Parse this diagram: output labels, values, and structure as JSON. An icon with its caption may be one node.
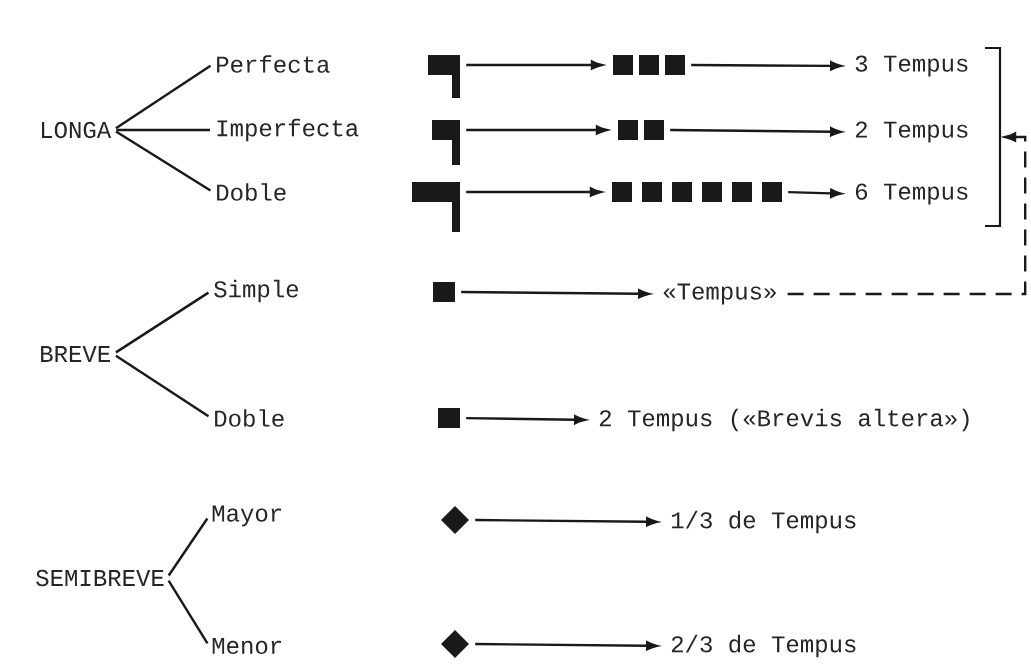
{
  "diagram": {
    "nodes": [
      {
        "text": [
          "LONGA"
        ]
      },
      {
        "text": [
          "Perfecta"
        ]
      },
      {
        "text": [
          "Imperfecta"
        ]
      },
      {
        "text": [
          "Doble"
        ]
      },
      {
        "text": [
          "BREVE"
        ]
      },
      {
        "text": [
          "Simple"
        ]
      },
      {
        "text": [
          "Doble"
        ]
      },
      {
        "text": [
          "SEMIBREVE"
        ]
      },
      {
        "text": [
          "Mayor"
        ]
      },
      {
        "text": [
          "Menor"
        ]
      },
      {
        "text": [],
        "shape": "picture"
      },
      {
        "text": [],
        "shape": "picture"
      },
      {
        "text": [
          "3 Tempus"
        ]
      },
      {
        "text": [],
        "shape": "picture"
      },
      {
        "text": [],
        "shape": "picture"
      },
      {
        "text": [
          "2 Tempus"
        ]
      },
      {
        "text": [],
        "shape": "picture"
      },
      {
        "text": [],
        "shape": "picture"
      },
      {
        "text": [
          "6 Tempus"
        ]
      },
      {
        "text": [],
        "shape": "box"
      },
      {
        "text": [
          "«Tempus»"
        ]
      },
      {
        "text": [],
        "shape": "box"
      },
      {
        "text": [
          "2 Tempus («Brevis altera»)"
        ]
      },
      {
        "text": [],
        "shape": "diamond"
      },
      {
        "text": [
          "1/3 de Tempus"
        ]
      },
      {
        "text": [],
        "shape": "diamond"
      },
      {
        "text": [
          "2/3 de Tempus"
        ]
      },
      {
        "text": [],
        "shape": "bracket"
      }
    ],
    "edges": [
      {
        "from": 0,
        "to": 1,
        "arrow": "none"
      },
      {
        "from": 0,
        "to": 2,
        "arrow": "none"
      },
      {
        "from": 0,
        "to": 3,
        "arrow": "none"
      },
      {
        "from": 4,
        "to": 5,
        "arrow": "none"
      },
      {
        "from": 4,
        "to": 6,
        "arrow": "none"
      },
      {
        "from": 7,
        "to": 8,
        "arrow": "none"
      },
      {
        "from": 7,
        "to": 9,
        "arrow": "none"
      },
      {
        "from": 10,
        "to": 11,
        "arrow": "to"
      },
      {
        "from": 11,
        "to": 12,
        "arrow": "to"
      },
      {
        "from": 13,
        "to": 14,
        "arrow": "to"
      },
      {
        "from": 14,
        "to": 15,
        "arrow": "to"
      },
      {
        "from": 16,
        "to": 17,
        "arrow": "to"
      },
      {
        "from": 17,
        "to": 18,
        "arrow": "to"
      },
      {
        "from": 19,
        "to": 20,
        "arrow": "to"
      },
      {
        "from": 21,
        "to": 22,
        "arrow": "to"
      },
      {
        "from": 23,
        "to": 24,
        "arrow": "to"
      },
      {
        "from": 25,
        "to": 26,
        "arrow": "to"
      },
      {
        "from": 20,
        "to": 27,
        "arrow": "to",
        "style": "dashed"
      }
    ]
  }
}
